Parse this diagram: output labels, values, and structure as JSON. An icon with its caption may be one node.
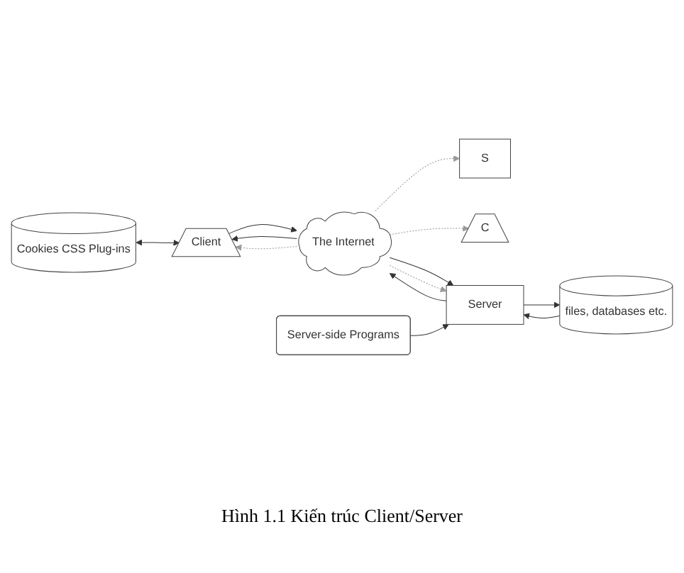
{
  "diagram": {
    "caption": "Hình 1.1 Kiến trúc Client/Server",
    "nodes": [
      {
        "text": [
          "Cookies CSS Plug-ins"
        ]
      },
      {
        "text": [
          "Client"
        ]
      },
      {
        "text": [
          "The Internet"
        ]
      },
      {
        "text": [
          "S"
        ]
      },
      {
        "text": [
          "C"
        ]
      },
      {
        "text": [
          "Server"
        ]
      },
      {
        "text": [
          "files, databases etc."
        ]
      },
      {
        "text": [
          "Server-side Programs"
        ]
      }
    ],
    "edges": [
      {
        "from": 0,
        "to": 1,
        "arrow": "both"
      },
      {
        "from": 1,
        "to": 2,
        "arrow": "to"
      },
      {
        "from": 2,
        "to": 1,
        "arrow": "to"
      },
      {
        "from": 2,
        "to": 1,
        "arrow": "to",
        "style": "dashed",
        "color": "#999999"
      },
      {
        "from": 2,
        "to": 3,
        "arrow": "to",
        "style": "dashed",
        "color": "#999999"
      },
      {
        "from": 2,
        "to": 4,
        "arrow": "to",
        "style": "dashed",
        "color": "#999999"
      },
      {
        "from": 5,
        "to": 2,
        "arrow": "to"
      },
      {
        "from": 2,
        "to": 5,
        "arrow": "to"
      },
      {
        "from": 2,
        "to": 5,
        "arrow": "to",
        "style": "dashed",
        "color": "#999999"
      },
      {
        "from": 5,
        "to": 6,
        "arrow": "to"
      },
      {
        "from": 6,
        "to": 5,
        "arrow": "to"
      },
      {
        "from": 7,
        "to": 5,
        "arrow": "to"
      }
    ]
  }
}
